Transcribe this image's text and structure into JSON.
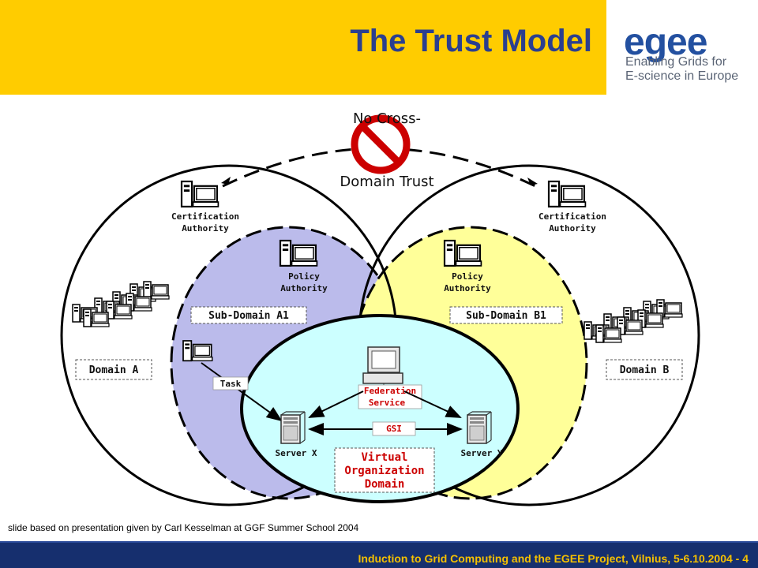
{
  "header": {
    "title": "The Trust Model",
    "logo": "egee",
    "tagline_line1": "Enabling Grids for",
    "tagline_line2": "E-science in Europe"
  },
  "diagram": {
    "no_trust_top": "No Cross-",
    "no_trust_bottom": "Domain Trust",
    "ca_left_1": "Certification",
    "ca_left_2": "Authority",
    "ca_right_1": "Certification",
    "ca_right_2": "Authority",
    "pa_left_1": "Policy",
    "pa_left_2": "Authority",
    "pa_right_1": "Policy",
    "pa_right_2": "Authority",
    "subdomain_a1": "Sub-Domain A1",
    "subdomain_b1": "Sub-Domain B1",
    "domain_a": "Domain A",
    "domain_b": "Domain B",
    "task": "Task",
    "federation_1": "Federation",
    "federation_2": "Service",
    "gsi": "GSI",
    "server_x": "Server X",
    "server_y": "Server Y",
    "vo_1": "Virtual",
    "vo_2": "Organization",
    "vo_3": "Domain",
    "colors": {
      "subdomain_a1_fill": "#bbbbeb",
      "subdomain_b1_fill": "#ffff99",
      "vo_fill": "#ccffff",
      "accent_red": "#cc0000",
      "title_blue": "#2b3f8f"
    }
  },
  "credit": "slide based on presentation given by Carl Kesselman at GGF Summer School 2004",
  "footer": "Induction to Grid Computing and the EGEE Project, Vilnius, 5-6.10.2004 - 4"
}
